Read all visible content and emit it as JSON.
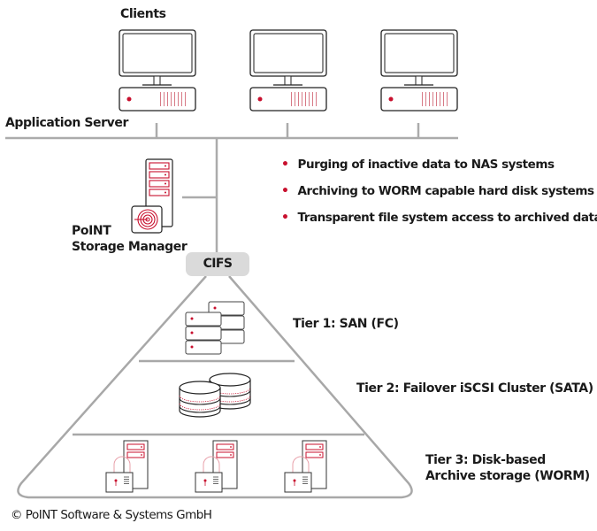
{
  "labels": {
    "clients": "Clients",
    "application_server": "Application Server",
    "storage_manager_line1": "PoINT",
    "storage_manager_line2": "Storage Manager",
    "cifs": "CIFS",
    "tier1": "Tier 1: SAN (FC)",
    "tier2": "Tier 2: Failover iSCSI Cluster (SATA)",
    "tier3_line1": "Tier 3: Disk-based",
    "tier3_line2": "Archive storage (WORM)",
    "copyright": "© PoINT Software & Systems GmbH"
  },
  "features": [
    "Purging of inactive data to NAS systems",
    "Archiving to WORM capable hard disk systems",
    "Transparent file system access to archived data"
  ],
  "bullet_glyph": "•",
  "icons": {
    "client_workstation": "desktop-computer-icon",
    "storage_manager": "server-with-target-icon",
    "tier1": "server-rack-stack-icon",
    "tier2": "database-cylinders-icon",
    "tier3": "locked-tower-server-icon"
  },
  "colors": {
    "accent": "#c8102e",
    "line_gray": "#ababab",
    "cifs_bg": "#dadada",
    "text": "#1a1a1a"
  }
}
